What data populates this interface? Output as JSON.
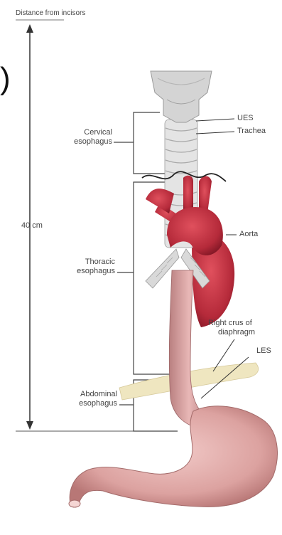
{
  "header": {
    "distance_label": "Distance from incisors"
  },
  "scale": {
    "length_label": "40 cm"
  },
  "fragment": {
    "paren": ")"
  },
  "labels": {
    "cervical_line1": "Cervical",
    "cervical_line2": "esophagus",
    "thoracic_line1": "Thoracic",
    "thoracic_line2": "esophagus",
    "abdominal_line1": "Abdominal",
    "abdominal_line2": "esophagus",
    "ues": "UES",
    "trachea": "Trachea",
    "aorta": "Aorta",
    "crus_line1": "Right crus of",
    "crus_line2": "diaphragm",
    "les": "LES"
  },
  "colors": {
    "esophagus": "#d9a0a0",
    "aorta": "#b52a3a",
    "cartilage": "#d8d8d8",
    "diaphragm": "#efe6c0",
    "stomach": "#e2aaa8"
  }
}
